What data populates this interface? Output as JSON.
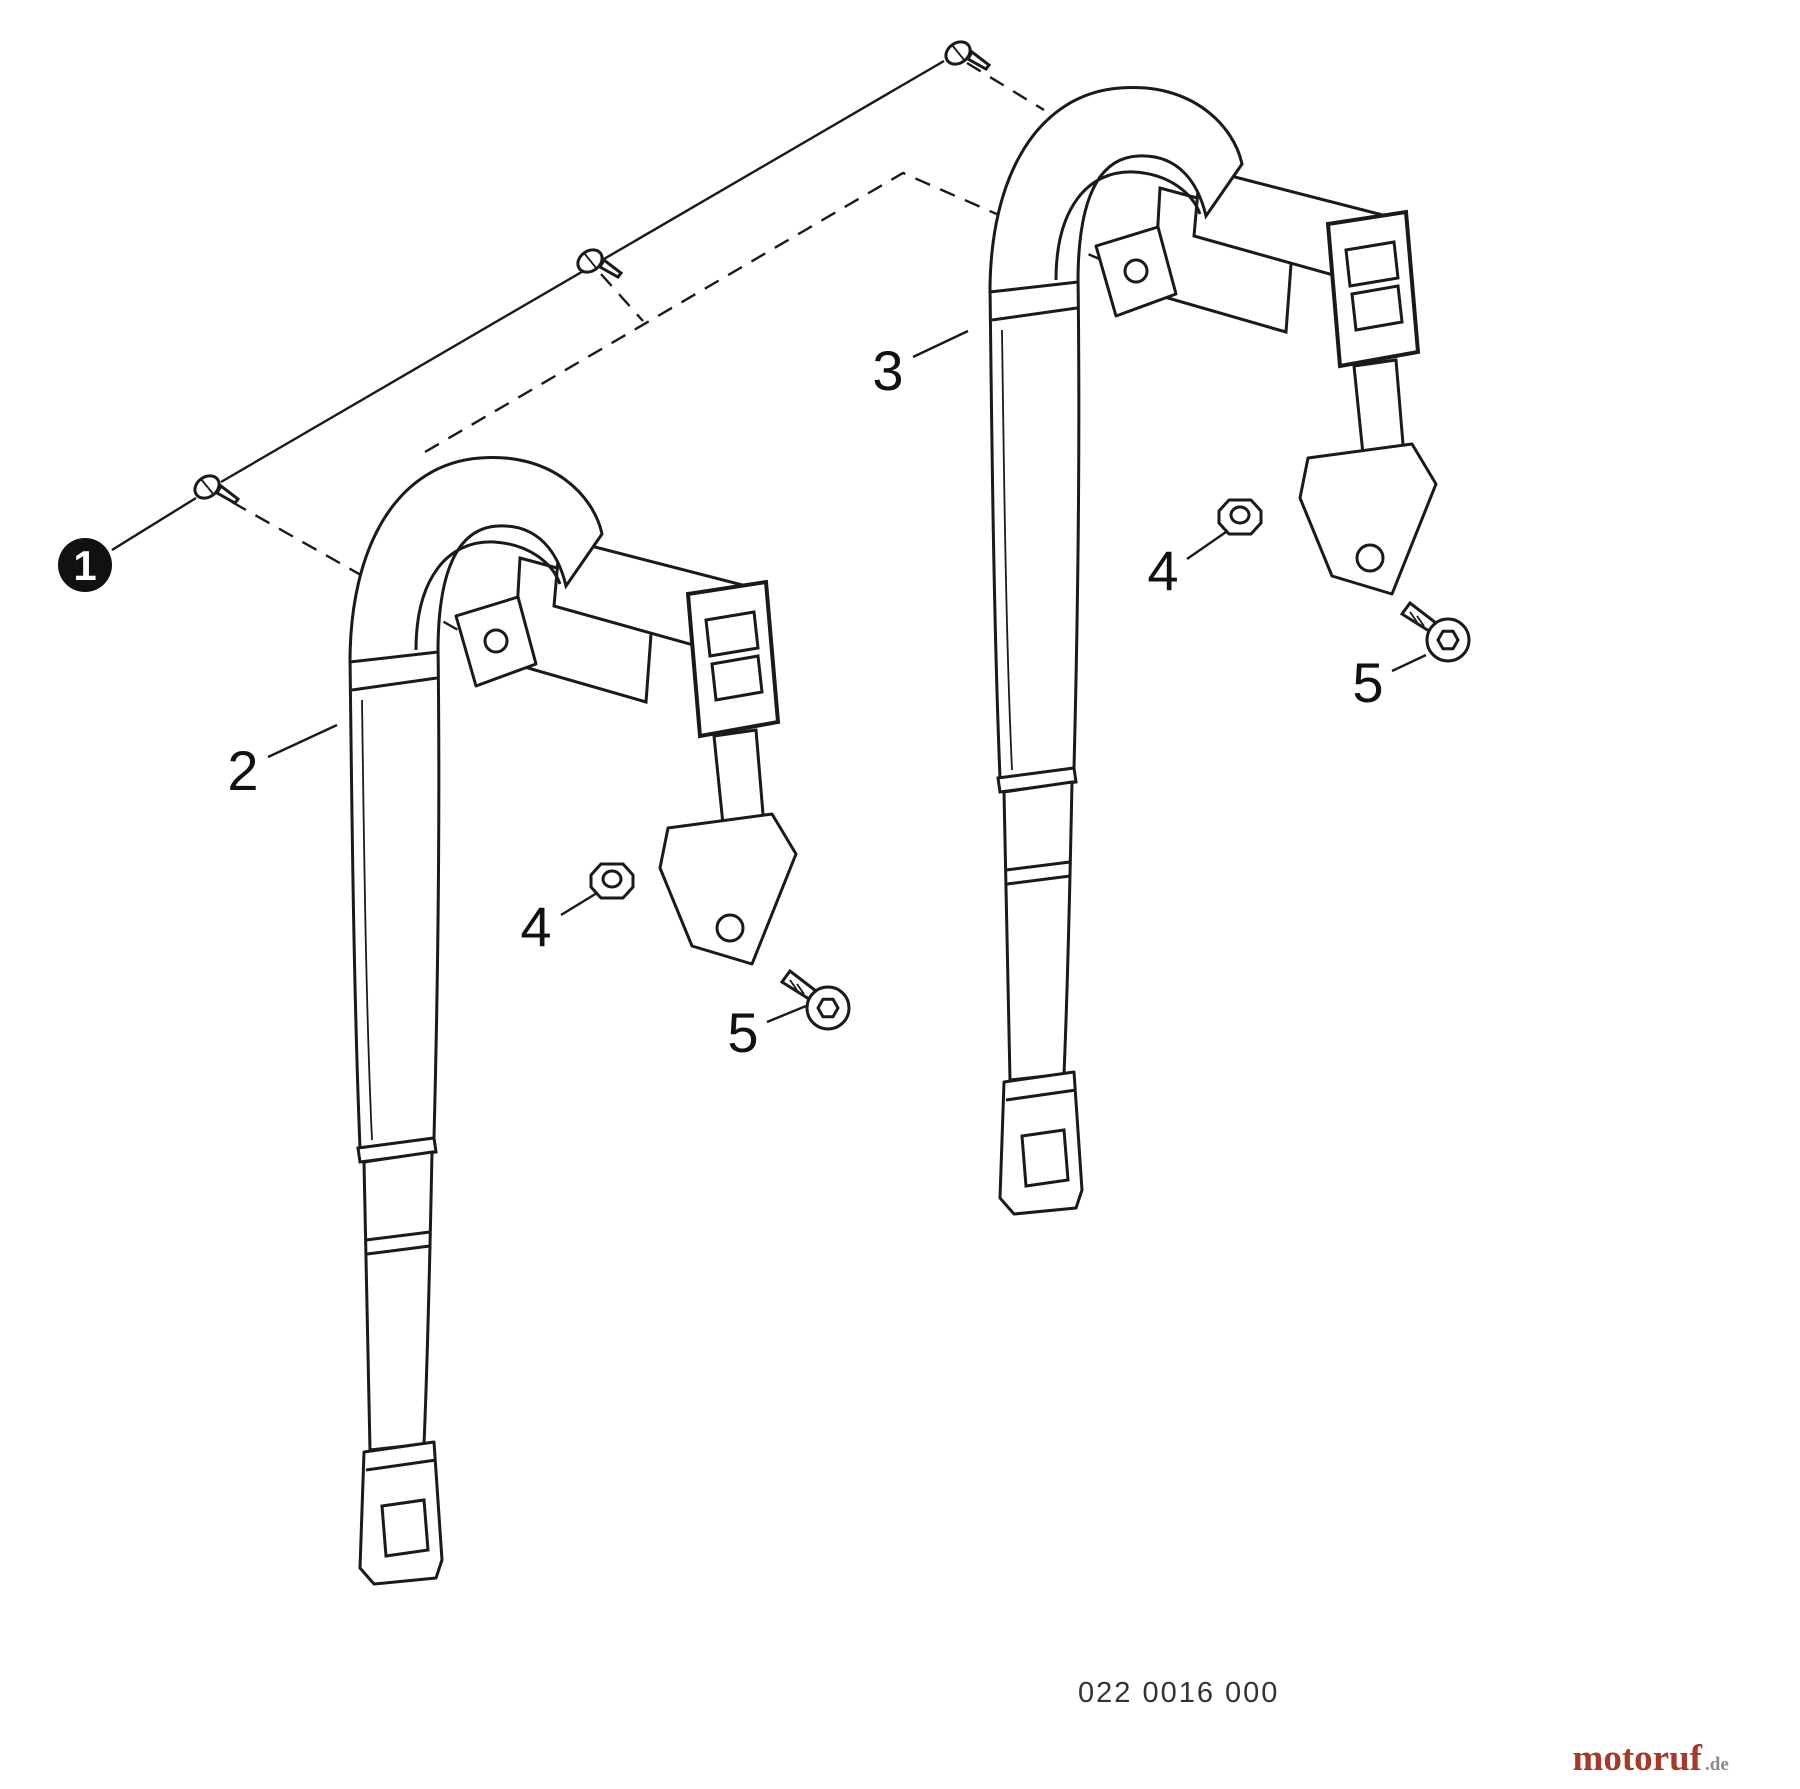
{
  "diagram": {
    "callout_1": "1",
    "callout_2": "2",
    "callout_3": "3",
    "callout_4": "4",
    "callout_5": "5",
    "part_number": "022 0016 000",
    "watermark_name": "motoruf",
    "watermark_tld": ".de",
    "colors": {
      "line": "#1a1a1a",
      "watermark": "#a63a2a",
      "background": "#ffffff"
    }
  }
}
